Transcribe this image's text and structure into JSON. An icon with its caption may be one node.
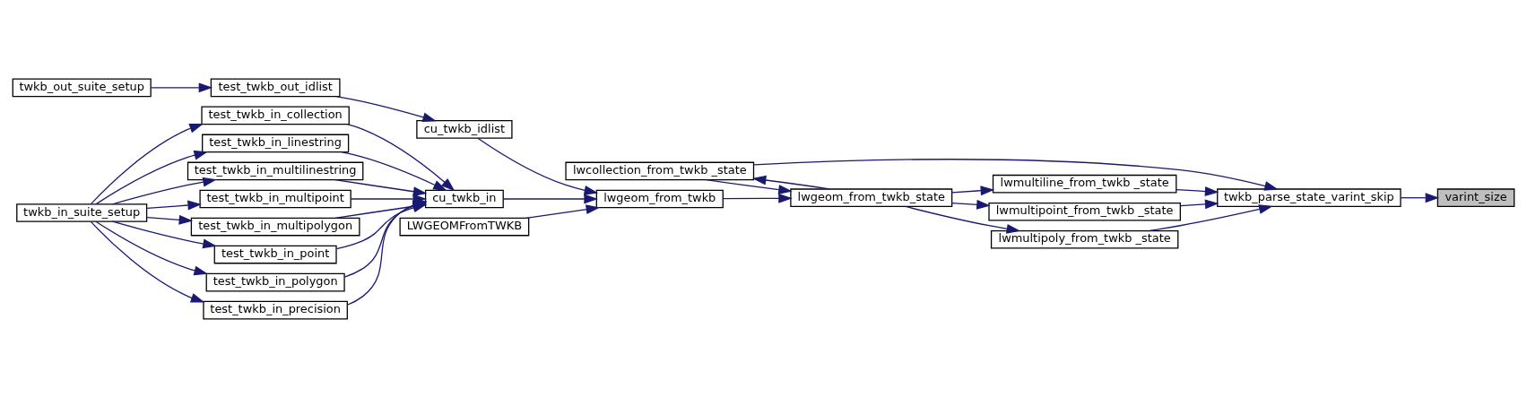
{
  "diagram": {
    "nodes": [
      {
        "text": [
          "varint_size"
        ]
      },
      {
        "text": [
          "twkb_parse_state_varint_skip"
        ]
      },
      {
        "text": [
          "lwcollection_from_twkb _state"
        ]
      },
      {
        "text": [
          "lwmultiline_from_twkb _state"
        ]
      },
      {
        "text": [
          "lwmultipoint_from_twkb _state"
        ]
      },
      {
        "text": [
          "lwmultipoly_from_twkb _state"
        ]
      },
      {
        "text": [
          "lwgeom_from_twkb_state"
        ]
      },
      {
        "text": [
          "lwgeom_from_twkb"
        ]
      },
      {
        "text": [
          "cu_twkb_idlist"
        ]
      },
      {
        "text": [
          "cu_twkb_in"
        ]
      },
      {
        "text": [
          "LWGEOMFromTWKB"
        ]
      },
      {
        "text": [
          "test_twkb_out_idlist"
        ]
      },
      {
        "text": [
          "twkb_out_suite_setup"
        ]
      },
      {
        "text": [
          "test_twkb_in_collection"
        ]
      },
      {
        "text": [
          "test_twkb_in_linestring"
        ]
      },
      {
        "text": [
          "test_twkb_in_multilinestring"
        ]
      },
      {
        "text": [
          "test_twkb_in_multipoint"
        ]
      },
      {
        "text": [
          "test_twkb_in_multipolygon"
        ]
      },
      {
        "text": [
          "test_twkb_in_point"
        ]
      },
      {
        "text": [
          "test_twkb_in_polygon"
        ]
      },
      {
        "text": [
          "test_twkb_in_precision"
        ]
      },
      {
        "text": [
          "twkb_in_suite_setup"
        ]
      }
    ],
    "edges": [
      {
        "from": 1,
        "to": 0,
        "arrow": "to"
      },
      {
        "from": 2,
        "to": 1,
        "arrow": "to"
      },
      {
        "from": 3,
        "to": 1,
        "arrow": "to"
      },
      {
        "from": 4,
        "to": 1,
        "arrow": "to"
      },
      {
        "from": 5,
        "to": 1,
        "arrow": "to"
      },
      {
        "from": 6,
        "to": 2,
        "arrow": "to"
      },
      {
        "from": 6,
        "to": 3,
        "arrow": "to"
      },
      {
        "from": 6,
        "to": 4,
        "arrow": "to"
      },
      {
        "from": 6,
        "to": 5,
        "arrow": "to"
      },
      {
        "from": 2,
        "to": 6,
        "arrow": "to"
      },
      {
        "from": 7,
        "to": 6,
        "arrow": "to"
      },
      {
        "from": 8,
        "to": 7,
        "arrow": "to"
      },
      {
        "from": 9,
        "to": 7,
        "arrow": "to"
      },
      {
        "from": 10,
        "to": 7,
        "arrow": "to"
      },
      {
        "from": 11,
        "to": 8,
        "arrow": "to"
      },
      {
        "from": 12,
        "to": 11,
        "arrow": "to"
      },
      {
        "from": 13,
        "to": 9,
        "arrow": "to"
      },
      {
        "from": 14,
        "to": 9,
        "arrow": "to"
      },
      {
        "from": 15,
        "to": 9,
        "arrow": "to"
      },
      {
        "from": 16,
        "to": 9,
        "arrow": "to"
      },
      {
        "from": 17,
        "to": 9,
        "arrow": "to"
      },
      {
        "from": 18,
        "to": 9,
        "arrow": "to"
      },
      {
        "from": 19,
        "to": 9,
        "arrow": "to"
      },
      {
        "from": 20,
        "to": 9,
        "arrow": "to"
      },
      {
        "from": 21,
        "to": 13,
        "arrow": "to"
      },
      {
        "from": 21,
        "to": 14,
        "arrow": "to"
      },
      {
        "from": 21,
        "to": 15,
        "arrow": "to"
      },
      {
        "from": 21,
        "to": 16,
        "arrow": "to"
      },
      {
        "from": 21,
        "to": 17,
        "arrow": "to"
      },
      {
        "from": 21,
        "to": 18,
        "arrow": "to"
      },
      {
        "from": 21,
        "to": 19,
        "arrow": "to"
      },
      {
        "from": 21,
        "to": 20,
        "arrow": "to"
      }
    ]
  }
}
